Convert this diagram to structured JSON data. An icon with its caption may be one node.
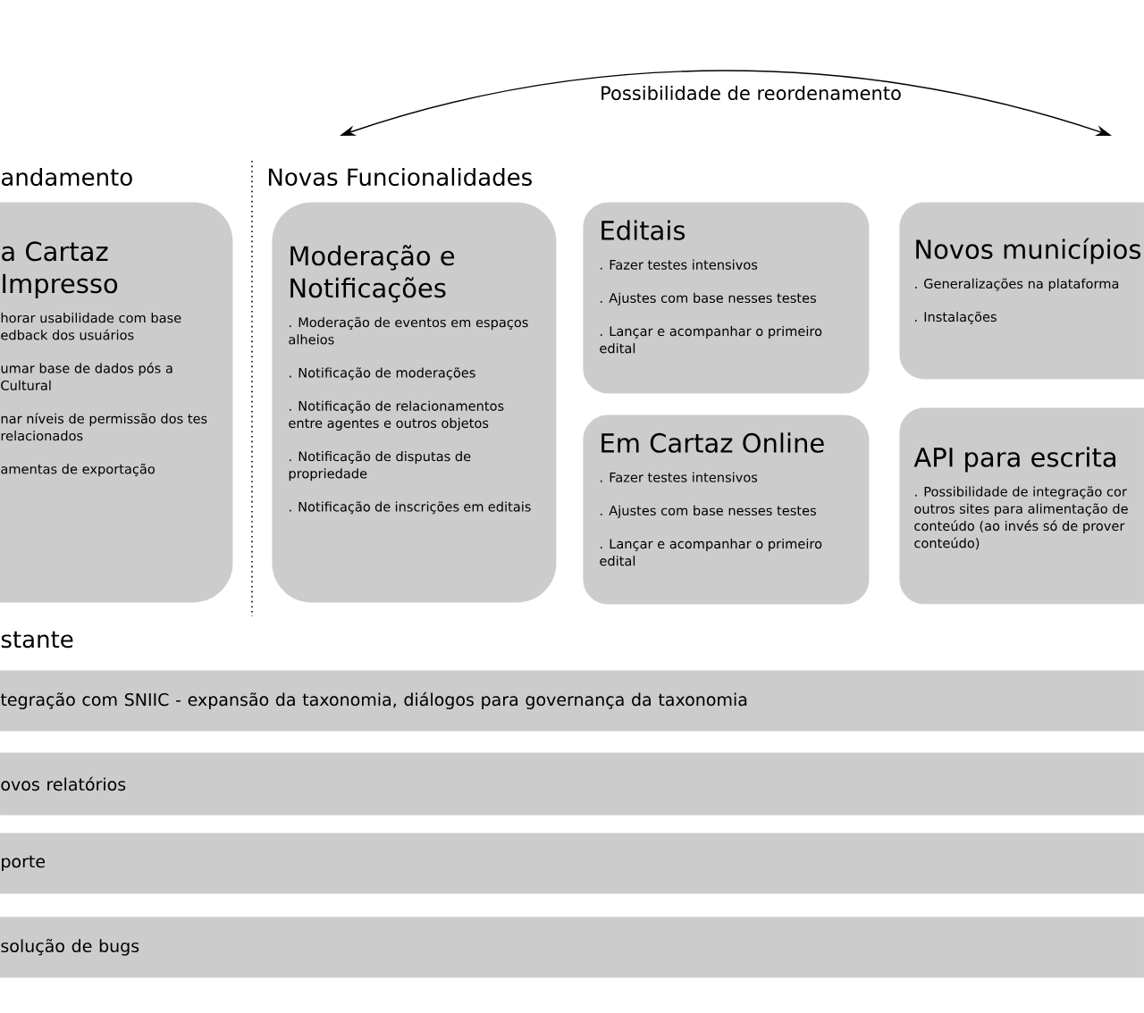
{
  "diagram": {
    "nodes": [
      {
        "text": [
          "a Cartaz Impresso",
          "horar usabilidade com base edback dos usuários",
          "umar base de dados pós a Cultural",
          "nar níveis de permissão dos tes relacionados",
          "amentas de exportação"
        ]
      },
      {
        "text": [
          "Moderação e Notificações",
          ". Moderação de eventos em espaços alheios",
          ". Notificação de moderações",
          ". Notificação de relacionamentos entre agentes e outros objetos",
          ". Notificação de disputas de propriedade",
          ". Notificação de inscrições em editais"
        ]
      },
      {
        "text": [
          "Editais",
          ". Fazer testes intensivos",
          ". Ajustes com base nesses testes",
          ". Lançar e acompanhar o primeiro edital"
        ]
      },
      {
        "text": [
          "Em Cartaz Online",
          ". Fazer testes intensivos",
          ". Ajustes com base nesses testes",
          ". Lançar e acompanhar o primeiro edital"
        ]
      },
      {
        "text": [
          "Novos municípios",
          ". Generalizações na plataforma",
          ". Instalações"
        ]
      },
      {
        "text": [
          "API para escrita",
          ". Possibilidade de integração cor outros sites para alimentação de conteúdo (ao invés só de prover conteúdo)"
        ]
      },
      {
        "text": [
          "tegração com SNIIC - expansão da taxonomia, diálogos para governança da taxonomia"
        ]
      },
      {
        "text": [
          "ovos relatórios"
        ]
      },
      {
        "text": [
          "porte"
        ]
      },
      {
        "text": [
          "solução de bugs"
        ]
      }
    ],
    "labels": [
      "Possibilidade de reordenamento",
      "andamento",
      "Novas Funcionalidades",
      "stante"
    ]
  }
}
